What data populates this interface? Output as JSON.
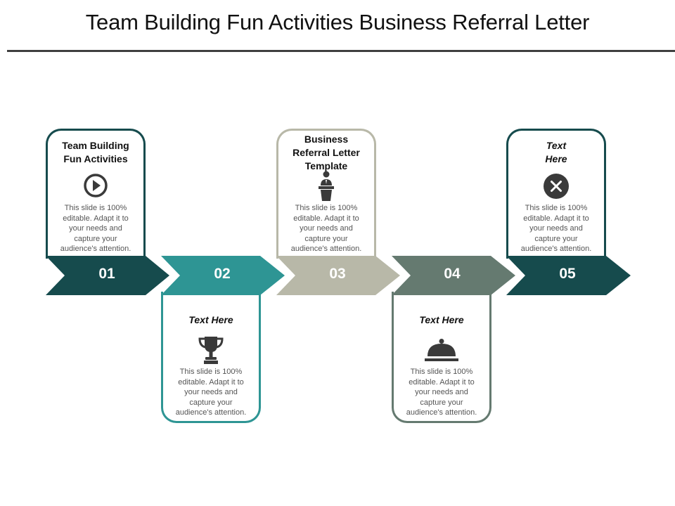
{
  "title": "Team Building Fun Activities Business Referral Letter",
  "colors": {
    "dark_teal": "#164b4d",
    "teal": "#2e9594",
    "stone": "#b8b8a8",
    "slate": "#657a70",
    "body_text": "#555555"
  },
  "steps": [
    {
      "number": "01",
      "heading": "Team Building Fun Activities",
      "icon": "play-circle-icon",
      "body": [
        "This slide is 100%",
        "editable. Adapt it to",
        "your needs and",
        "capture your",
        "audience's attention."
      ]
    },
    {
      "number": "02",
      "heading": "Text Here",
      "icon": "trophy-icon",
      "body": [
        "This slide is 100%",
        "editable. Adapt it to",
        "your needs and",
        "capture your",
        "audience's attention."
      ]
    },
    {
      "number": "03",
      "heading": "Business Referral Letter Template",
      "icon": "speaker-podium-icon",
      "body": [
        "This slide is 100%",
        "editable. Adapt it to",
        "your needs and",
        "capture your",
        "audience's attention."
      ]
    },
    {
      "number": "04",
      "heading": "Text Here",
      "icon": "cloche-icon",
      "body": [
        "This slide is 100%",
        "editable. Adapt it to",
        "your needs and",
        "capture your",
        "audience's attention."
      ]
    },
    {
      "number": "05",
      "heading": "Text Here",
      "icon": "close-circle-icon",
      "body": [
        "This slide is 100%",
        "editable. Adapt it to",
        "your needs and",
        "capture your",
        "audience's attention."
      ]
    }
  ]
}
